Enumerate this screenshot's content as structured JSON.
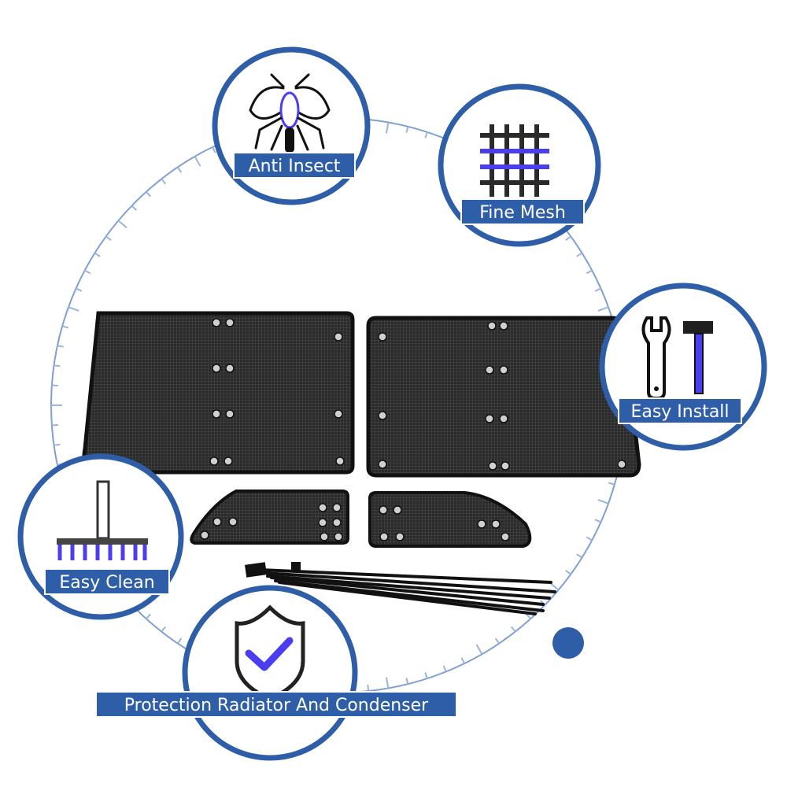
{
  "badges": [
    {
      "id": "anti-insect",
      "label": "Anti Insect",
      "icon": "insect-icon"
    },
    {
      "id": "fine-mesh",
      "label": "Fine Mesh",
      "icon": "mesh-grid-icon"
    },
    {
      "id": "easy-install",
      "label": "Easy Install",
      "icon": "wrench-hammer-icon"
    },
    {
      "id": "easy-clean",
      "label": "Easy Clean",
      "icon": "brush-icon"
    },
    {
      "id": "protection",
      "label": "Protection Radiator And Condenser",
      "icon": "shield-check-icon"
    }
  ],
  "colors": {
    "ring": "#2f5ea8",
    "ring_light": "#7f9fd4",
    "accent": "#4b3df0",
    "mesh": "#222222"
  }
}
